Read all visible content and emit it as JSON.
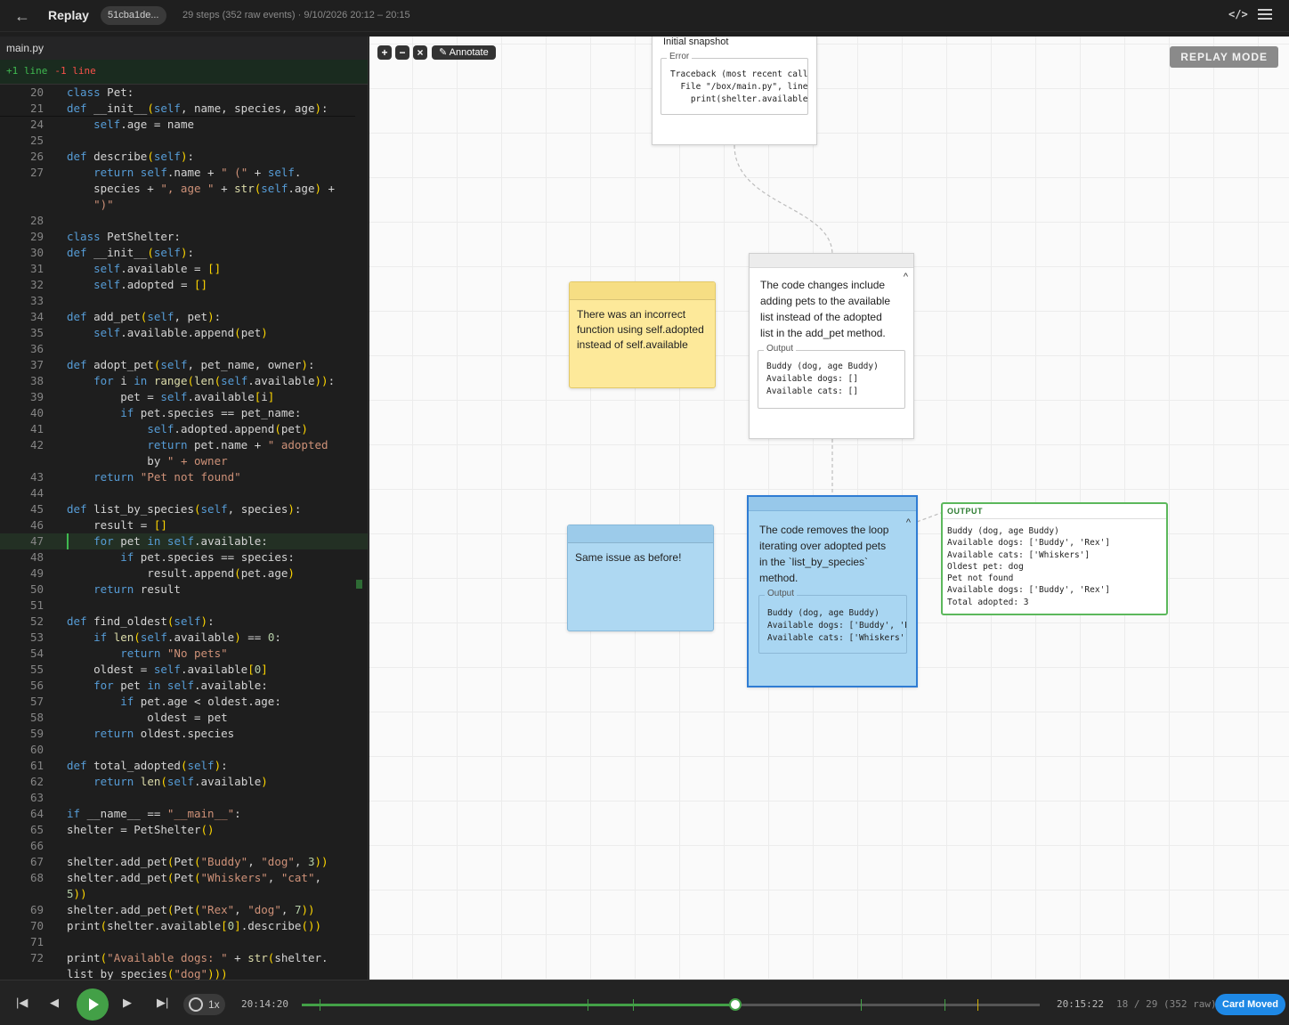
{
  "topbar": {
    "title": "Replay",
    "session_id": "51cba1de...",
    "meta": "29 steps (352 raw events) · 9/10/2026 20:12 – 20:15",
    "code_icon": "</>"
  },
  "editor": {
    "filename": "main.py",
    "diff_added": "+1 line",
    "diff_removed": "-1 line",
    "lines": [
      {
        "n": "20",
        "t": "class Pet:"
      },
      {
        "n": "21",
        "t": "    def __init__(self, name, species, age):"
      },
      {
        "n": "24",
        "t": "        self.age = name"
      },
      {
        "n": "25",
        "t": ""
      },
      {
        "n": "26",
        "t": "    def describe(self):"
      },
      {
        "n": "27",
        "t": "        return self.name + \" (\" + self."
      },
      {
        "n": "",
        "t": "        species + \", age \" + str(self.age) +"
      },
      {
        "n": "",
        "t": "        \")\""
      },
      {
        "n": "28",
        "t": ""
      },
      {
        "n": "29",
        "t": "class PetShelter:"
      },
      {
        "n": "30",
        "t": "    def __init__(self):"
      },
      {
        "n": "31",
        "t": "        self.available = []"
      },
      {
        "n": "32",
        "t": "        self.adopted = []"
      },
      {
        "n": "33",
        "t": ""
      },
      {
        "n": "34",
        "t": "    def add_pet(self, pet):"
      },
      {
        "n": "35",
        "t": "        self.available.append(pet)"
      },
      {
        "n": "36",
        "t": ""
      },
      {
        "n": "37",
        "t": "    def adopt_pet(self, pet_name, owner):"
      },
      {
        "n": "38",
        "t": "        for i in range(len(self.available)):"
      },
      {
        "n": "39",
        "t": "            pet = self.available[i]"
      },
      {
        "n": "40",
        "t": "            if pet.species == pet_name:"
      },
      {
        "n": "41",
        "t": "                self.adopted.append(pet)"
      },
      {
        "n": "42",
        "t": "                return pet.name + \" adopted"
      },
      {
        "n": "",
        "t": "                by \" + owner"
      },
      {
        "n": "43",
        "t": "        return \"Pet not found\""
      },
      {
        "n": "44",
        "t": ""
      },
      {
        "n": "45",
        "t": "    def list_by_species(self, species):"
      },
      {
        "n": "46",
        "t": "        result = []"
      },
      {
        "n": "47",
        "t": "        for pet in self.available:"
      },
      {
        "n": "48",
        "t": "            if pet.species == species:"
      },
      {
        "n": "49",
        "t": "                result.append(pet.age)"
      },
      {
        "n": "50",
        "t": "        return result"
      },
      {
        "n": "51",
        "t": ""
      },
      {
        "n": "52",
        "t": "    def find_oldest(self):"
      },
      {
        "n": "53",
        "t": "        if len(self.available) == 0:"
      },
      {
        "n": "54",
        "t": "            return \"No pets\""
      },
      {
        "n": "55",
        "t": "        oldest = self.available[0]"
      },
      {
        "n": "56",
        "t": "        for pet in self.available:"
      },
      {
        "n": "57",
        "t": "            if pet.age < oldest.age:"
      },
      {
        "n": "58",
        "t": "                oldest = pet"
      },
      {
        "n": "59",
        "t": "        return oldest.species"
      },
      {
        "n": "60",
        "t": ""
      },
      {
        "n": "61",
        "t": "    def total_adopted(self):"
      },
      {
        "n": "62",
        "t": "        return len(self.available)"
      },
      {
        "n": "63",
        "t": ""
      },
      {
        "n": "64",
        "t": "if __name__ == \"__main__\":"
      },
      {
        "n": "65",
        "t": "    shelter = PetShelter()"
      },
      {
        "n": "66",
        "t": ""
      },
      {
        "n": "67",
        "t": "    shelter.add_pet(Pet(\"Buddy\", \"dog\", 3))"
      },
      {
        "n": "68",
        "t": "    shelter.add_pet(Pet(\"Whiskers\", \"cat\","
      },
      {
        "n": "",
        "t": "    5))"
      },
      {
        "n": "69",
        "t": "    shelter.add_pet(Pet(\"Rex\", \"dog\", 7))"
      },
      {
        "n": "70",
        "t": "    print(shelter.available[0].describe())"
      },
      {
        "n": "71",
        "t": ""
      },
      {
        "n": "72",
        "t": "    print(\"Available dogs: \" + str(shelter."
      },
      {
        "n": "",
        "t": "    list_by_species(\"dog\")))"
      }
    ],
    "highlighted_line": "47"
  },
  "canvas": {
    "annotate_label": "Annotate",
    "replay_mode": "REPLAY MODE",
    "snapshot_card": {
      "title": "Initial snapshot",
      "legend": "Error",
      "error": "Traceback (most recent call last):\n  File \"/box/main.py\", line\n    print(shelter.available["
    },
    "card_changes": {
      "text": "The code changes include adding pets to the available list instead of the adopted list in the add_pet method.",
      "legend": "Output",
      "output": "Buddy (dog, age Buddy)\nAvailable dogs: []\nAvailable cats: []"
    },
    "note_yellow": {
      "text": "There was an incorrect function using self.adopted instead of self.available",
      "color": "#fde99a"
    },
    "card_loop": {
      "text": "The code removes the loop iterating over adopted pets in the `list_by_species` method.",
      "legend": "Output",
      "output": "Buddy (dog, age Buddy)\nAvailable dogs: ['Buddy', 'Rex']\nAvailable cats: ['Whiskers']"
    },
    "note_blue": {
      "text": "Same issue as before!",
      "color": "#aed8f2"
    },
    "output_card": {
      "header": "OUTPUT",
      "output": "Buddy (dog, age Buddy)\nAvailable dogs: ['Buddy', 'Rex']\nAvailable cats: ['Whiskers']\nOldest pet: dog\nPet not found\nAvailable dogs: ['Buddy', 'Rex']\nTotal adopted: 3"
    }
  },
  "player": {
    "speed": "1x",
    "time_current": "20:14:20",
    "time_end": "20:15:22",
    "steps": "18 / 29 (352 raw)",
    "status_badge": "Card Moved",
    "progress": 0.587,
    "markers": [
      0.024,
      0.387,
      0.449,
      0.587,
      0.758,
      0.871
    ],
    "marker_yellow": 0.915,
    "accent": "#43a047",
    "badge_color": "#1e88e5"
  }
}
